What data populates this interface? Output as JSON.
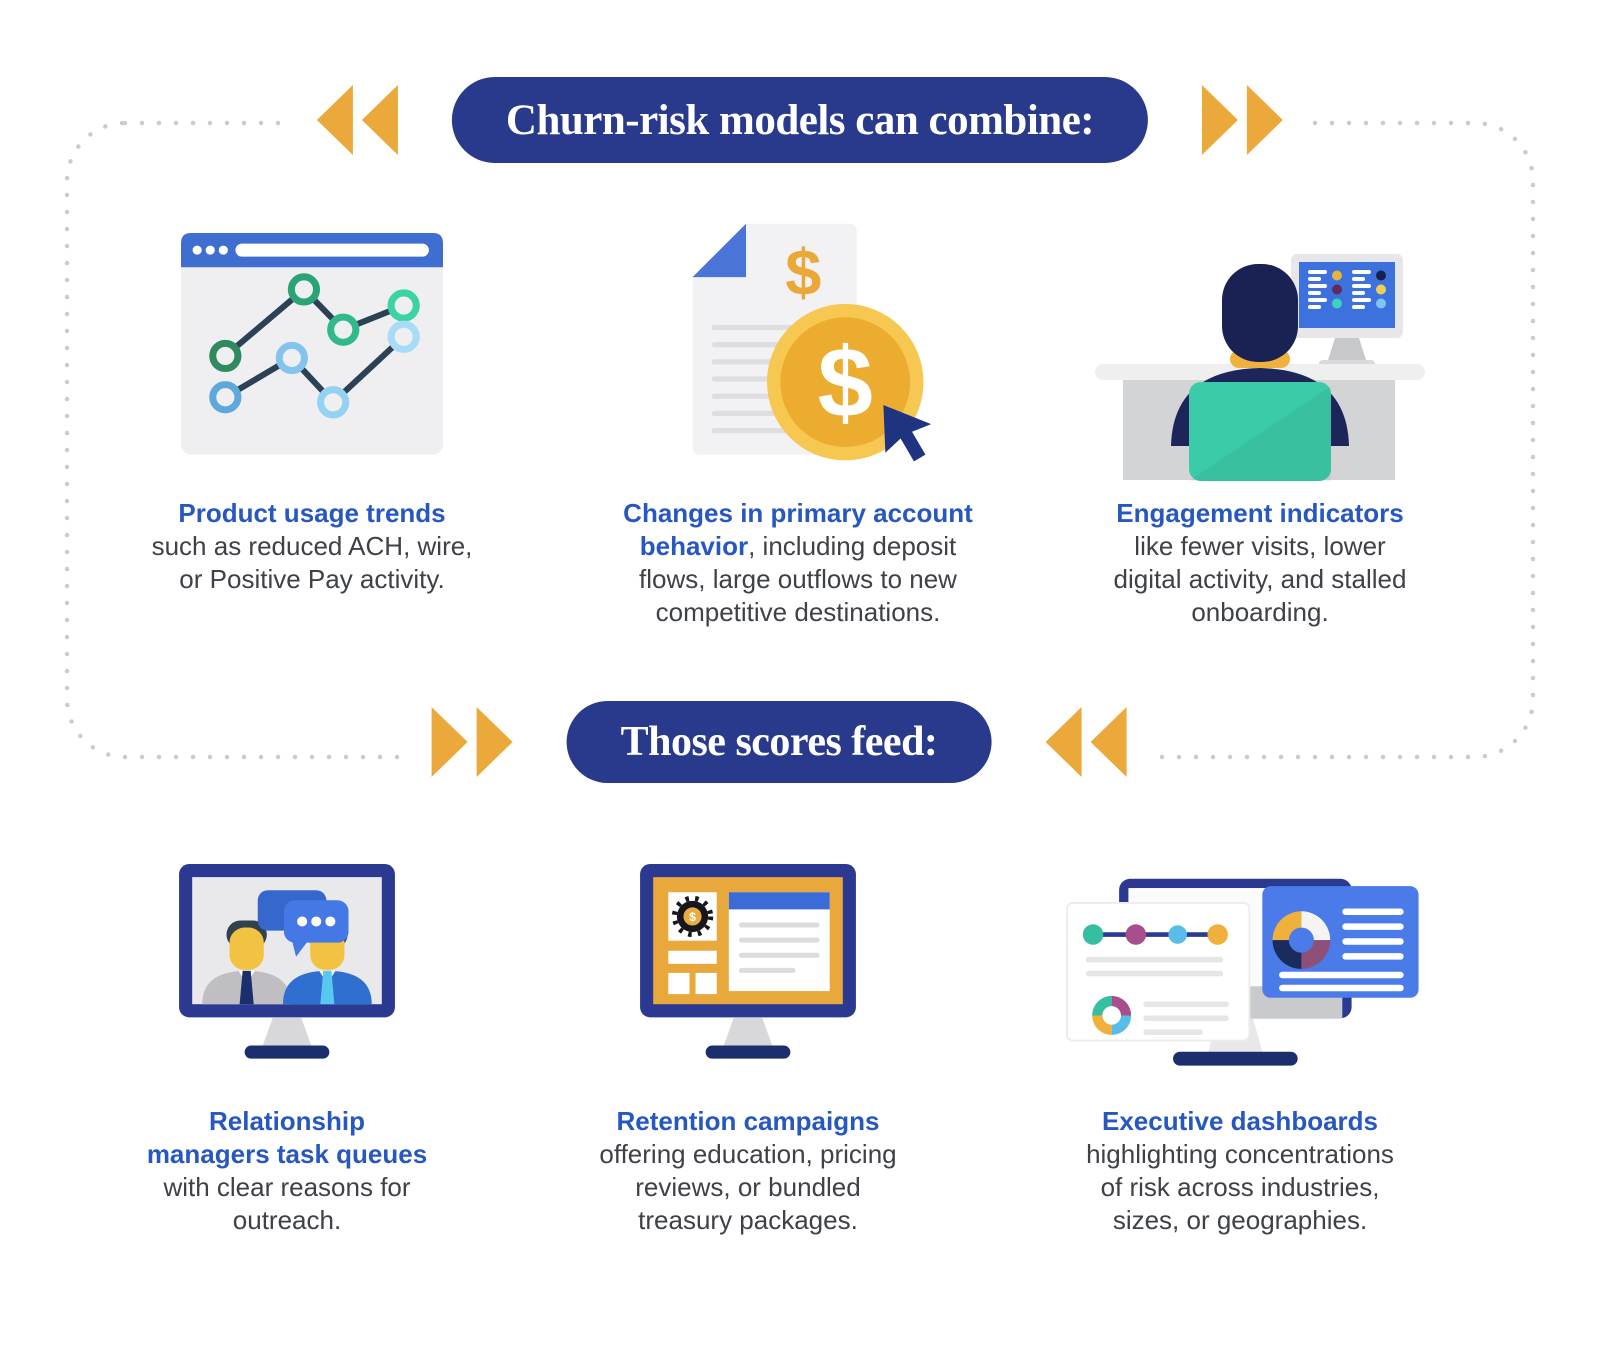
{
  "colors": {
    "navy": "#293A8D",
    "gold": "#EBA93B",
    "heading_blue": "#2757C0",
    "body_text": "#3E4147",
    "dotted_border": "#CBCBCB"
  },
  "glyphs": {
    "dollar": "$"
  },
  "sections": [
    {
      "title": "Churn-risk models can combine:",
      "items": [
        {
          "icon": "browser-line-chart",
          "lead": "Product usage trends",
          "rest": "\nsuch as reduced ACH, wire,\nor Positive Pay activity."
        },
        {
          "icon": "invoice-dollar-coin",
          "lead": "Changes in primary account\nbehavior",
          "rest": ", including deposit\nflows, large outflows to new\ncompetitive destinations."
        },
        {
          "icon": "analyst-at-computer",
          "lead": "Engagement indicators",
          "rest": "\nlike fewer visits, lower\ndigital activity, and stalled\nonboarding."
        }
      ]
    },
    {
      "title": "Those scores feed:",
      "items": [
        {
          "icon": "video-call-monitor",
          "lead": "Relationship\nmanagers task queues",
          "rest": "\nwith clear reasons for\noutreach."
        },
        {
          "icon": "campaign-monitor",
          "lead": "Retention campaigns",
          "rest": "\noffering education, pricing\nreviews, or bundled\ntreasury packages."
        },
        {
          "icon": "dashboard-monitor",
          "lead": "Executive dashboards",
          "rest": "\nhighlighting concentrations\nof risk across industries,\nsizes, or geographies."
        }
      ]
    }
  ]
}
